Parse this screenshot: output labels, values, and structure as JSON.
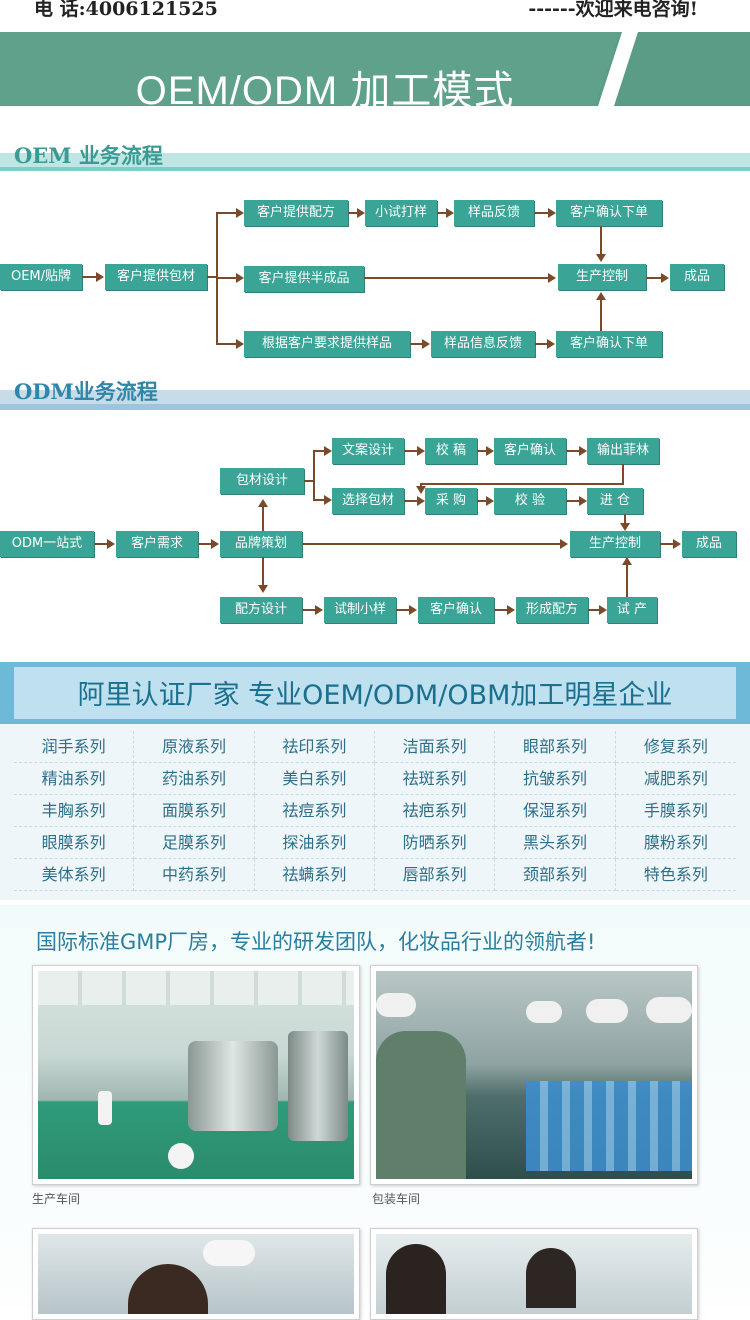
{
  "header": {
    "phone": "电 话:4006121525",
    "welcome": "------欢迎来电咨询!",
    "banner_title": "OEM/ODM 加工模式"
  },
  "oem": {
    "title": "OEM 业务流程",
    "start": "OEM/贴牌",
    "step2": "客户提供包材",
    "top_row": [
      "客户提供配方",
      "小试打样",
      "样品反馈",
      "客户确认下单"
    ],
    "mid_row": [
      "客户提供半成品",
      "生产控制",
      "成品"
    ],
    "bottom_row": [
      "根据客户要求提供样品",
      "样品信息反馈",
      "客户确认下单"
    ]
  },
  "odm": {
    "title": "ODM业务流程",
    "start": "ODM一站式",
    "step2": "客户需求",
    "step3": "品牌策划",
    "pkg": "包材设计",
    "top_row": [
      "文案设计",
      "校 稿",
      "客户确认",
      "输出菲林"
    ],
    "second_row": [
      "选择包材",
      "采 购",
      "校 验",
      "进 仓"
    ],
    "mid_row": [
      "生产控制",
      "成品"
    ],
    "bottom_row": [
      "配方设计",
      "试制小样",
      "客户确认",
      "形成配方",
      "试 产"
    ]
  },
  "ali": {
    "title": "阿里认证厂家 专业OEM/ODM/OBM加工明星企业",
    "series": [
      "润手系列",
      "原液系列",
      "祛印系列",
      "洁面系列",
      "眼部系列",
      "修复系列",
      "精油系列",
      "药油系列",
      "美白系列",
      "祛斑系列",
      "抗皱系列",
      "减肥系列",
      "丰胸系列",
      "面膜系列",
      "祛痘系列",
      "祛疤系列",
      "保湿系列",
      "手膜系列",
      "眼膜系列",
      "足膜系列",
      "探油系列",
      "防晒系列",
      "黑头系列",
      "膜粉系列",
      "美体系列",
      "中药系列",
      "祛螨系列",
      "唇部系列",
      "颈部系列",
      "特色系列"
    ]
  },
  "gmp": {
    "title": "国际标准GMP厂房，专业的研发团队，化妆品行业的领航者!",
    "captions": [
      "生产车间",
      "包装车间"
    ]
  }
}
